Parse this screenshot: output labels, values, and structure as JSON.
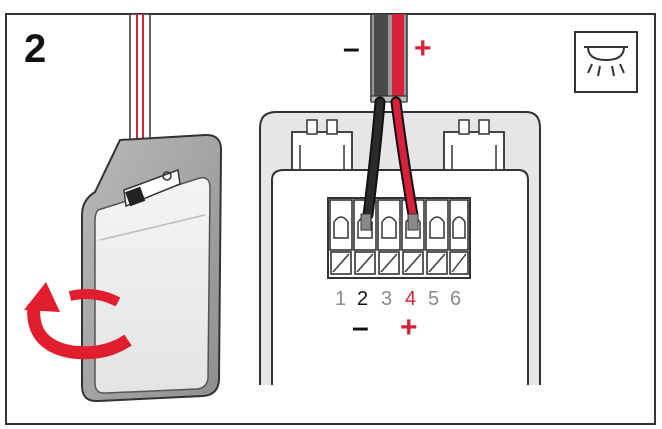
{
  "step": {
    "number": "2"
  },
  "wire_labels": {
    "negative": "–",
    "positive": "+"
  },
  "terminal_block": {
    "numbers": [
      "1",
      "2",
      "3",
      "4",
      "5",
      "6"
    ],
    "negative_terminal": "2",
    "positive_terminal": "4",
    "negative_sign": "–",
    "positive_sign": "+"
  },
  "icons": {
    "corner": "ceiling-light-icon",
    "rotate": "rotate-arrow-icon"
  },
  "colors": {
    "positive_wire": "#d8203a",
    "negative_wire": "#2b2b2b",
    "arrow": "#e01e2d",
    "outline": "#333333"
  }
}
